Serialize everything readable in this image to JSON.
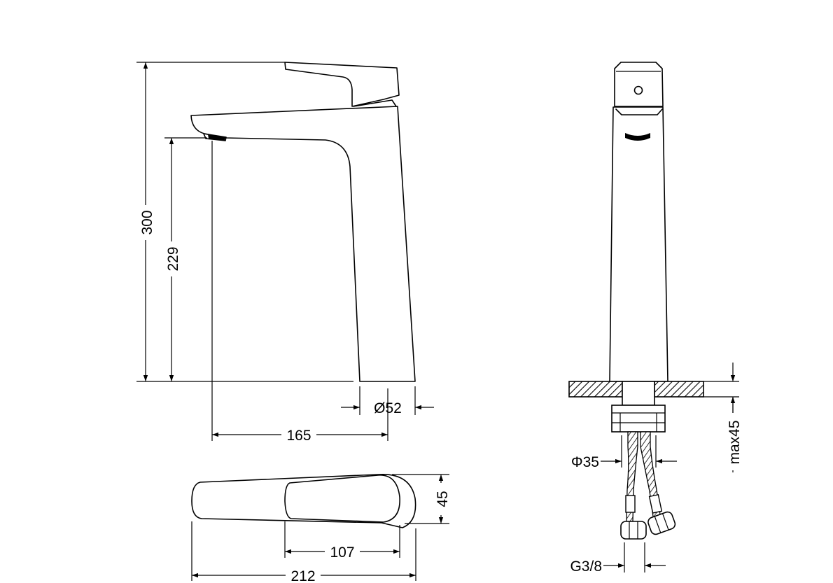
{
  "dimensions": {
    "total_height": "300",
    "spout_height": "229",
    "base_diameter": "Ø52",
    "spout_reach": "165",
    "lever_width": "45",
    "lever_length": "107",
    "total_length": "212",
    "hose_diameter": "Φ35",
    "counter_thickness": "max45",
    "connection_thread": "G3/8"
  }
}
